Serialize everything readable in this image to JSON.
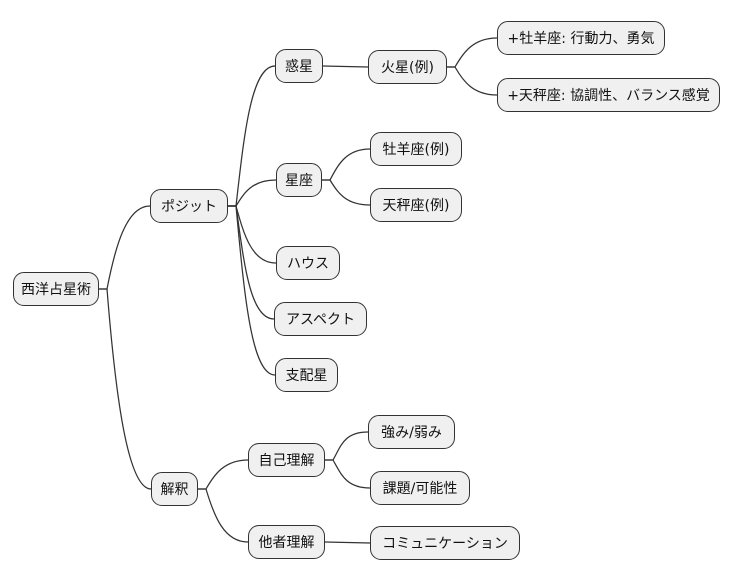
{
  "mindmap": {
    "type": "mindmap",
    "root_label": "西洋占星術",
    "colors": {
      "background": "#ffffff",
      "node_fill": "#f0f0f0",
      "node_border": "#333333",
      "edge_line": "#333333",
      "text": "#111111"
    },
    "nodes": {
      "root": {
        "label": "西洋占星術"
      },
      "posit": {
        "label": "ポジット"
      },
      "planets": {
        "label": "惑星"
      },
      "mars": {
        "label": "火星(例)"
      },
      "aries_trait": {
        "label": "+牡羊座: 行動力、勇気"
      },
      "libra_trait": {
        "label": "+天秤座: 協調性、バランス感覚"
      },
      "signs": {
        "label": "星座"
      },
      "aries_example": {
        "label": "牡羊座(例)"
      },
      "libra_example": {
        "label": "天秤座(例)"
      },
      "houses": {
        "label": "ハウス"
      },
      "aspects": {
        "label": "アスペクト"
      },
      "ruling_planet": {
        "label": "支配星"
      },
      "interpretation": {
        "label": "解釈"
      },
      "self_understanding": {
        "label": "自己理解"
      },
      "other_understanding": {
        "label": "他者理解"
      },
      "strengths_weaknesses": {
        "label": "強み/弱み"
      },
      "challenges_possibilities": {
        "label": "課題/可能性"
      },
      "communication": {
        "label": "コミュニケーション"
      }
    },
    "edges": [
      {
        "from": "root",
        "to": "posit"
      },
      {
        "from": "root",
        "to": "interpretation"
      },
      {
        "from": "posit",
        "to": "planets"
      },
      {
        "from": "posit",
        "to": "signs"
      },
      {
        "from": "posit",
        "to": "houses"
      },
      {
        "from": "posit",
        "to": "aspects"
      },
      {
        "from": "posit",
        "to": "ruling_planet"
      },
      {
        "from": "planets",
        "to": "mars"
      },
      {
        "from": "mars",
        "to": "aries_trait"
      },
      {
        "from": "mars",
        "to": "libra_trait"
      },
      {
        "from": "signs",
        "to": "aries_example"
      },
      {
        "from": "signs",
        "to": "libra_example"
      },
      {
        "from": "interpretation",
        "to": "self_understanding"
      },
      {
        "from": "interpretation",
        "to": "other_understanding"
      },
      {
        "from": "self_understanding",
        "to": "strengths_weaknesses"
      },
      {
        "from": "self_understanding",
        "to": "challenges_possibilities"
      },
      {
        "from": "other_understanding",
        "to": "communication"
      }
    ]
  }
}
